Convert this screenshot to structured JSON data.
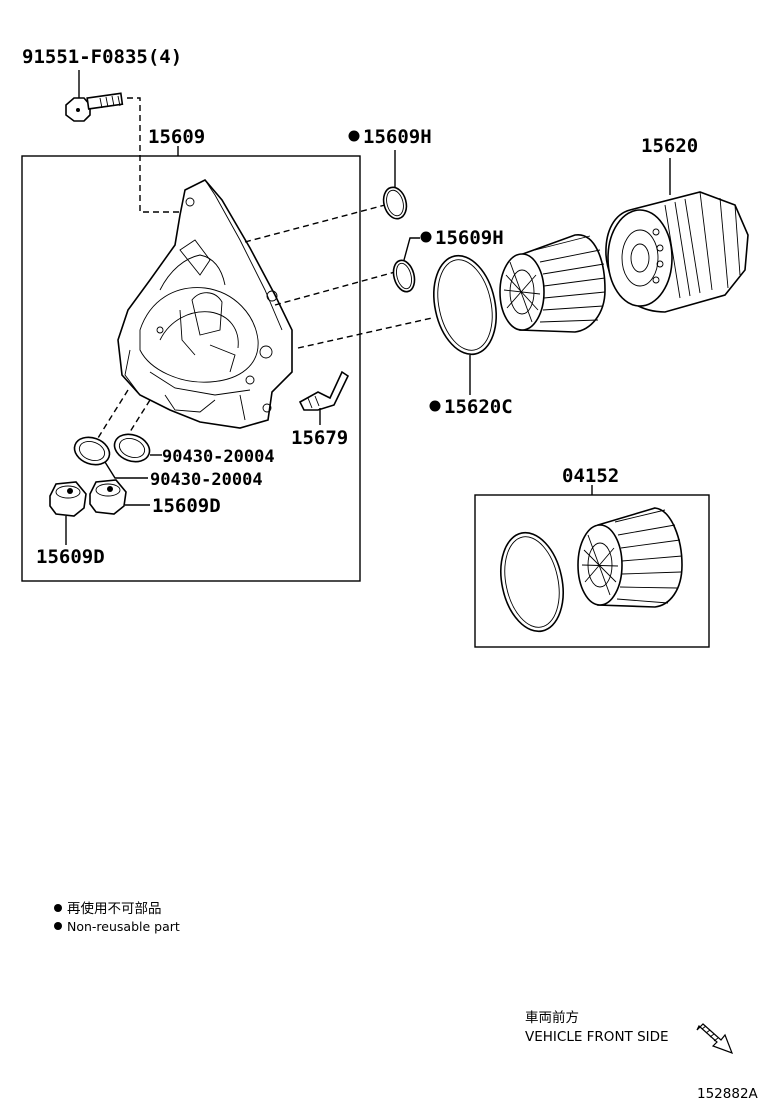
{
  "labels": {
    "bolt": "91551-F0835(4)",
    "housing": "15609",
    "oring_h_1": "15609H",
    "oring_h_2": "15609H",
    "cap": "15620",
    "cap_oring": "15620C",
    "clip": "15679",
    "gasket_1": "90430-20004",
    "gasket_2": "90430-20004",
    "plug_1": "15609D",
    "plug_2": "15609D",
    "element": "04152"
  },
  "legend": {
    "jp": "再使用不可部品",
    "en": "Non-reusable part"
  },
  "direction": {
    "jp": "車両前方",
    "en": "VEHICLE FRONT SIDE"
  },
  "figure_id": "152882A",
  "icons": [
    "bullet-dot",
    "front-arrow-icon"
  ]
}
